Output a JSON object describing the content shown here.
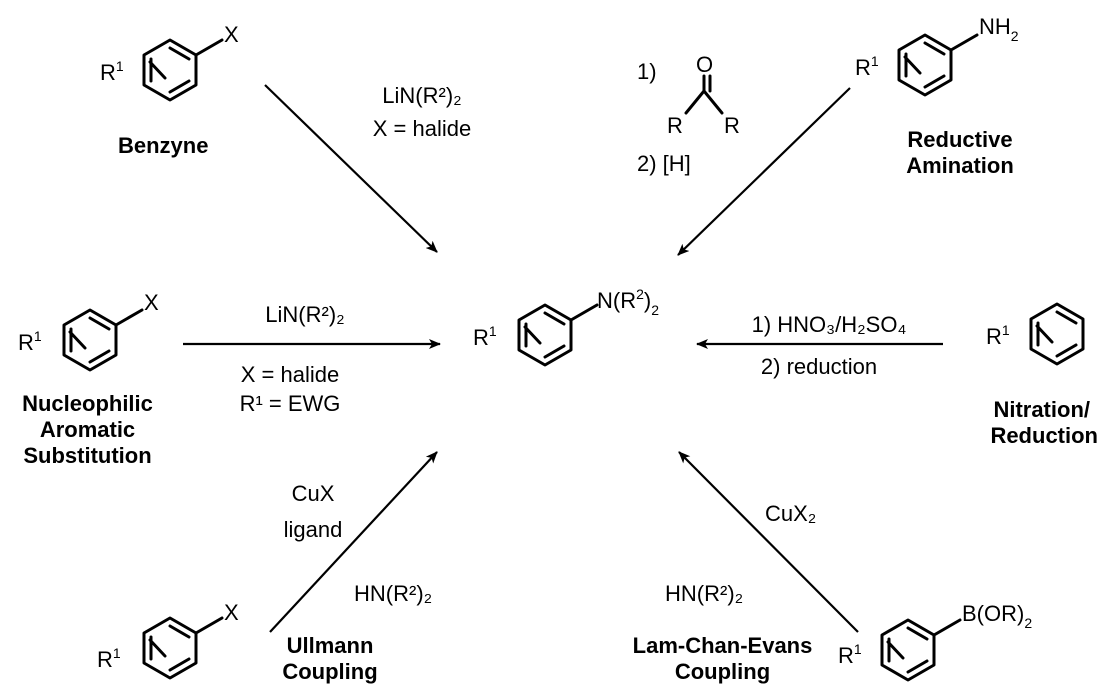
{
  "substituents": {
    "R1": "R",
    "R1_sup": "1",
    "X": "X",
    "NR2_N": "N(R",
    "NR2_sup": "2",
    "NR2_close": ")",
    "NR2_sub": "2",
    "NH2_N": "NH",
    "NH2_sub": "2",
    "BOR2": "B(OR)",
    "BOR2_sub": "2",
    "carbonyl_O": "O",
    "carbonyl_R": "R"
  },
  "methods": {
    "benzyne": {
      "name": "Benzyne",
      "reagent": "LiN(R²)₂",
      "condition": "X = halide"
    },
    "reductive_amination": {
      "name_line1": "Reductive",
      "name_line2": "Amination",
      "step1": "1)",
      "step2": "2) [H]"
    },
    "snar": {
      "name_line1": "Nucleophilic",
      "name_line2": "Aromatic",
      "name_line3": "Substitution",
      "reagent": "LiN(R²)₂",
      "condition1": "X = halide",
      "condition2": "R¹ = EWG"
    },
    "nitration": {
      "name_line1": "Nitration/",
      "name_line2": "Reduction",
      "step1": "1) HNO₃/H₂SO₄",
      "step2": "2) reduction"
    },
    "ullmann": {
      "name_line1": "Ullmann",
      "name_line2": "Coupling",
      "catalyst1": "CuX",
      "catalyst2": "ligand",
      "amine": "HN(R²)₂"
    },
    "chan_lam": {
      "name_line1": "Lam-Chan-Evans",
      "name_line2": "Coupling",
      "catalyst": "CuX₂",
      "amine": "HN(R²)₂"
    }
  }
}
